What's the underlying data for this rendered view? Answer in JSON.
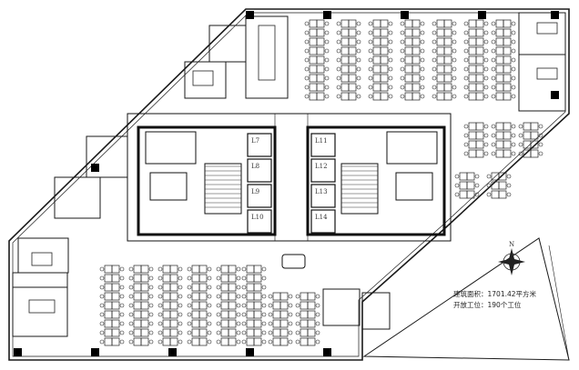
{
  "plan": {
    "info": {
      "area": "建筑面积：1701.42平方米",
      "workstations": "开放工位：190个工位"
    },
    "compass": {
      "north": "N"
    },
    "elevators": [
      "L7",
      "L8",
      "L9",
      "L10",
      "L11",
      "L12",
      "L13",
      "L14"
    ],
    "colors": {
      "line": "#1a1a1a",
      "wall": "#111111",
      "background": "#ffffff"
    }
  }
}
